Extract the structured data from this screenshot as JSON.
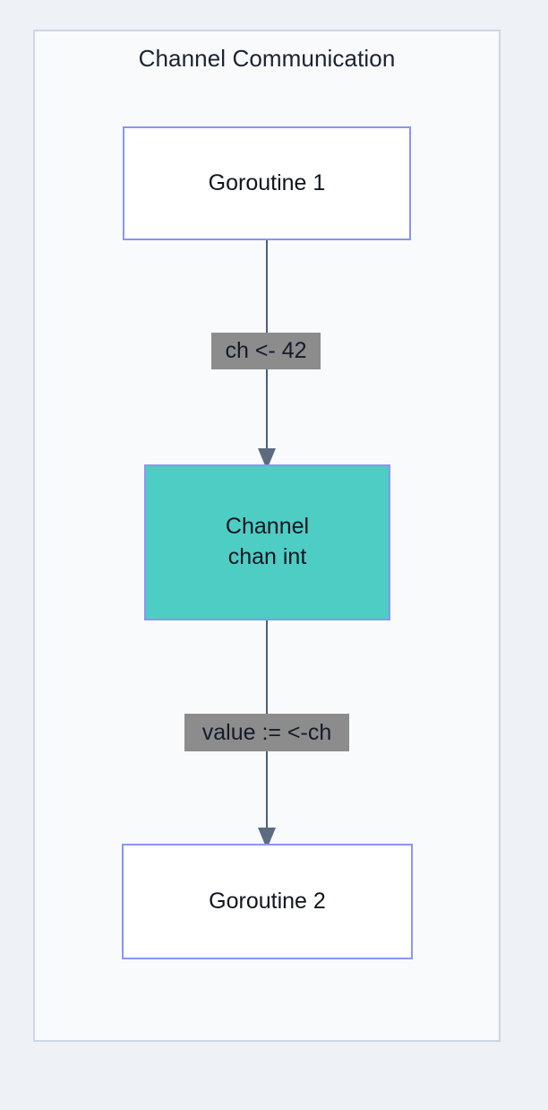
{
  "diagram": {
    "title": "Channel Communication",
    "type": "flowchart",
    "direction": "top-to-bottom",
    "colors": {
      "page_background": "#eef1f6",
      "container_background": "#f8fafc",
      "container_border": "#ccd6e3",
      "node_border": "#8a95f5",
      "node_fill": "#ffffff",
      "channel_fill": "#4ecdc4",
      "edge_line": "#4e5d75",
      "edge_label_background": "#8c8c8c",
      "text": "#11151f",
      "title_text": "#1c2331"
    },
    "nodes": [
      {
        "id": "goroutine-1",
        "label": "Goroutine 1",
        "shape": "rectangle",
        "style": "plain"
      },
      {
        "id": "channel",
        "label_line_1": "Channel",
        "label_line_2": "chan int",
        "shape": "rectangle",
        "style": "highlighted"
      },
      {
        "id": "goroutine-2",
        "label": "Goroutine 2",
        "shape": "rectangle",
        "style": "plain"
      }
    ],
    "edges": [
      {
        "id": "send",
        "from": "goroutine-1",
        "to": "channel",
        "label": "ch <- 42",
        "arrow": "filled-triangle"
      },
      {
        "id": "receive",
        "from": "channel",
        "to": "goroutine-2",
        "label": "value := <-ch",
        "arrow": "filled-triangle"
      }
    ]
  }
}
